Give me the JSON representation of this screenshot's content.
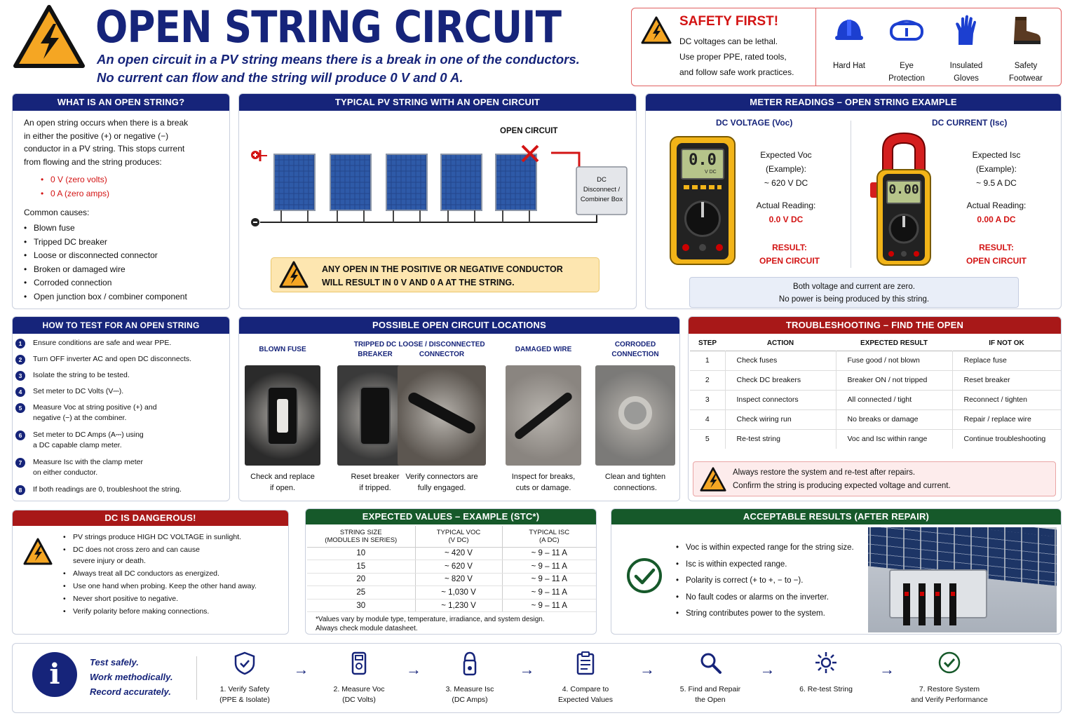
{
  "title": "OPEN STRING CIRCUIT",
  "subtitle": [
    "An open circuit in a PV string means there is a break in one of the conductors.",
    "No current can flow and the string will produce 0 V and 0 A."
  ],
  "safety": {
    "heading": "SAFETY FIRST!",
    "lines": [
      "DC voltages can be lethal.",
      "Use proper PPE, rated tools,",
      "and follow safe work practices."
    ],
    "ppe": [
      {
        "icon": "hard-hat-icon",
        "label": [
          "Hard Hat",
          ""
        ]
      },
      {
        "icon": "eye-protection-icon",
        "label": [
          "Eye",
          "Protection"
        ]
      },
      {
        "icon": "insulated-gloves-icon",
        "label": [
          "Insulated",
          "Gloves"
        ]
      },
      {
        "icon": "safety-footwear-icon",
        "label": [
          "Safety",
          "Footwear"
        ]
      }
    ]
  },
  "what": {
    "heading": "WHAT IS AN OPEN STRING?",
    "lines": [
      "An open string occurs when there is a break",
      "in either the positive (+) or negative (−)",
      "conductor in a PV string. This stops current",
      "from flowing and the string produces:"
    ],
    "results": [
      "0 V (zero volts)",
      "0 A (zero amps)"
    ],
    "causes_heading": "Common causes:",
    "causes": [
      "Blown fuse",
      "Tripped DC breaker",
      "Loose or disconnected connector",
      "Broken or damaged wire",
      "Corroded connection",
      "Open junction box / combiner component"
    ]
  },
  "typical": {
    "heading": "TYPICAL PV STRING WITH AN OPEN CIRCUIT",
    "open_label": "OPEN CIRCUIT",
    "box_label": [
      "DC",
      "Disconnect /",
      "Combiner Box"
    ],
    "warning": [
      "ANY OPEN IN THE POSITIVE OR NEGATIVE CONDUCTOR",
      "WILL RESULT IN 0 V AND 0 A AT THE STRING."
    ]
  },
  "meter": {
    "heading": "METER READINGS – OPEN STRING EXAMPLE",
    "voltage": {
      "title": "DC VOLTAGE (Voc)",
      "display": "0.0",
      "display_unit": "V DC",
      "expected": [
        "Expected Voc",
        "(Example):",
        "~ 620 V DC"
      ],
      "actual_label": "Actual Reading:",
      "actual": "0.0 V DC",
      "result": [
        "RESULT:",
        "OPEN CIRCUIT"
      ]
    },
    "current": {
      "title": "DC CURRENT (Isc)",
      "display": "0.00",
      "expected": [
        "Expected Isc",
        "(Example):",
        "~ 9.5 A DC"
      ],
      "actual_label": "Actual Reading:",
      "actual": "0.00 A DC",
      "result": [
        "RESULT:",
        "OPEN CIRCUIT"
      ]
    },
    "note": [
      "Both voltage and current are zero.",
      "No power is being produced by this string."
    ]
  },
  "howto": {
    "heading": "HOW TO TEST FOR AN OPEN STRING",
    "steps": [
      [
        "Ensure conditions are safe and wear PPE.",
        ""
      ],
      [
        "Turn OFF inverter AC and open DC disconnects.",
        ""
      ],
      [
        "Isolate the string to be tested.",
        ""
      ],
      [
        "Set meter to DC Volts (V⎓).",
        ""
      ],
      [
        "Measure Voc at string positive (+) and",
        "negative (−) at the combiner."
      ],
      [
        "Set meter to DC Amps (A⎓) using",
        "a DC capable clamp meter."
      ],
      [
        "Measure Isc with the clamp meter",
        "on either conductor."
      ],
      [
        "If both readings are 0, troubleshoot the string.",
        ""
      ]
    ]
  },
  "locations": {
    "heading": "POSSIBLE OPEN CIRCUIT LOCATIONS",
    "items": [
      {
        "title": [
          "BLOWN FUSE",
          ""
        ],
        "caption": [
          "Check and replace",
          "if open."
        ]
      },
      {
        "title": [
          "TRIPPED DC",
          "BREAKER"
        ],
        "caption": [
          "Reset breaker",
          "if tripped."
        ]
      },
      {
        "title": [
          "LOOSE / DISCONNECTED",
          "CONNECTOR"
        ],
        "caption": [
          "Verify connectors are",
          "fully engaged."
        ]
      },
      {
        "title": [
          "DAMAGED WIRE",
          ""
        ],
        "caption": [
          "Inspect for breaks,",
          "cuts or damage."
        ]
      },
      {
        "title": [
          "CORRODED",
          "CONNECTION"
        ],
        "caption": [
          "Clean and tighten",
          "connections."
        ]
      }
    ]
  },
  "troubleshooting": {
    "heading": "TROUBLESHOOTING – FIND THE OPEN",
    "columns": [
      "STEP",
      "ACTION",
      "EXPECTED RESULT",
      "IF NOT OK"
    ],
    "rows": [
      [
        "1",
        "Check fuses",
        "Fuse good / not blown",
        "Replace fuse"
      ],
      [
        "2",
        "Check DC breakers",
        "Breaker ON / not tripped",
        "Reset breaker"
      ],
      [
        "3",
        "Inspect connectors",
        "All connected / tight",
        "Reconnect / tighten"
      ],
      [
        "4",
        "Check wiring run",
        "No breaks or damage",
        "Repair / replace wire"
      ],
      [
        "5",
        "Re-test string",
        "Voc and Isc within range",
        "Continue troubleshooting"
      ]
    ],
    "note": [
      "Always restore the system and re-test after repairs.",
      "Confirm the string is producing expected voltage and current."
    ]
  },
  "danger": {
    "heading": "DC IS DANGEROUS!",
    "items": [
      [
        "PV strings produce HIGH DC VOLTAGE in sunlight.",
        ""
      ],
      [
        "DC does not cross zero and can cause",
        "severe injury or death."
      ],
      [
        "Always treat all DC conductors as energized.",
        ""
      ],
      [
        "Use one hand when probing. Keep the other hand away.",
        ""
      ],
      [
        "Never short positive to negative.",
        ""
      ],
      [
        "Verify polarity before making connections.",
        ""
      ]
    ]
  },
  "expected": {
    "heading": "EXPECTED VALUES – EXAMPLE (STC*)",
    "columns": [
      [
        "STRING SIZE",
        "(MODULES IN SERIES)"
      ],
      [
        "TYPICAL VOC",
        "(V DC)"
      ],
      [
        "TYPICAL ISC",
        "(A DC)"
      ]
    ],
    "rows": [
      [
        "10",
        "~ 420 V",
        "~ 9 – 11 A"
      ],
      [
        "15",
        "~ 620 V",
        "~ 9 – 11 A"
      ],
      [
        "20",
        "~ 820 V",
        "~ 9 – 11 A"
      ],
      [
        "25",
        "~ 1,030 V",
        "~ 9 – 11 A"
      ],
      [
        "30",
        "~ 1,230 V",
        "~ 9 – 11 A"
      ]
    ],
    "footnote": [
      "*Values vary by module type, temperature, irradiance, and system design.",
      "Always check module datasheet."
    ]
  },
  "acceptable": {
    "heading": "ACCEPTABLE RESULTS (AFTER REPAIR)",
    "items": [
      "Voc is within expected range for the string size.",
      "Isc is within expected range.",
      "Polarity is correct (+ to +, − to −).",
      "No fault codes or alarms on the inverter.",
      "String contributes power to the system."
    ]
  },
  "footer": {
    "motto": [
      "Test safely.",
      "Work methodically.",
      "Record accurately."
    ],
    "steps": [
      {
        "icon": "shield-check-icon",
        "label": [
          "1. Verify Safety",
          "(PPE & Isolate)"
        ]
      },
      {
        "icon": "multimeter-icon",
        "label": [
          "2. Measure Voc",
          "(DC Volts)"
        ]
      },
      {
        "icon": "clamp-meter-icon",
        "label": [
          "3. Measure Isc",
          "(DC Amps)"
        ]
      },
      {
        "icon": "clipboard-icon",
        "label": [
          "4. Compare to",
          "Expected Values"
        ]
      },
      {
        "icon": "magnifier-icon",
        "label": [
          "5. Find and Repair",
          "the Open"
        ]
      },
      {
        "icon": "sun-icon",
        "label": [
          "6. Re-test String",
          ""
        ]
      },
      {
        "icon": "check-circle-icon",
        "label": [
          "7. Restore System",
          "and Verify Performance"
        ]
      }
    ]
  },
  "colors": {
    "navy": "#16247a",
    "red": "#a81818",
    "green": "#16592a",
    "warning": "#f5a623",
    "alert_red": "#d31414"
  }
}
